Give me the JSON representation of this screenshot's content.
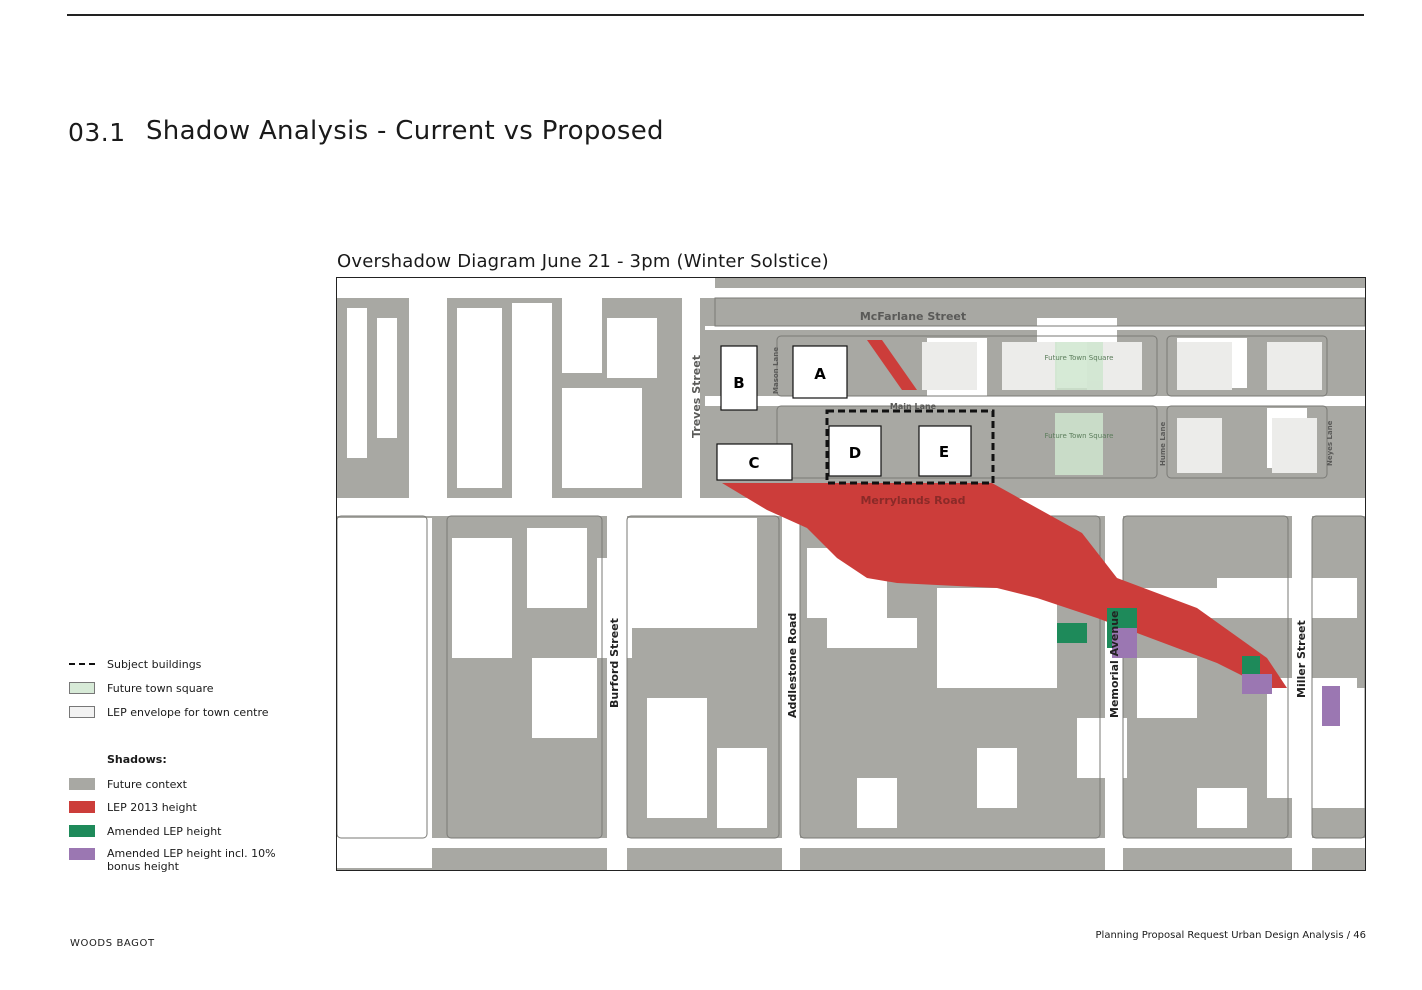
{
  "header": {
    "section_number": "03.1",
    "section_title": "Shadow Analysis - Current vs Proposed"
  },
  "diagram": {
    "title": "Overshadow Diagram June 21 - 3pm (Winter Solstice)",
    "streets": {
      "mcfarlane": "McFarlane Street",
      "treves": "Treves Street",
      "mason": "Mason Lane",
      "main_lane": "Main Lane",
      "merrylands": "Merrylands Road",
      "burford": "Burford Street",
      "addlestone": "Addlestone Road",
      "memorial": "Memorial Avenue",
      "miller": "Miller Street",
      "hume": "Hume Lane",
      "neyes": "Neyes Lane"
    },
    "future_town_square_label": "Future Town Square",
    "buildings": [
      "A",
      "B",
      "C",
      "D",
      "E"
    ]
  },
  "legend": {
    "subject_buildings": "Subject buildings",
    "future_town_square": "Future town square",
    "lep_envelope": "LEP envelope for town centre",
    "shadows_heading": "Shadows:",
    "future_context": "Future context",
    "lep_2013": "LEP 2013 height",
    "amended_lep": "Amended LEP height",
    "amended_bonus": "Amended LEP height incl. 10% bonus height"
  },
  "colors": {
    "shadow_grey": "#a8a8a3",
    "lep_2013_red": "#cc3d3a",
    "amended_green": "#1e8a5a",
    "bonus_purple": "#9b77b2",
    "town_square": "#d7ead7"
  },
  "footer": {
    "left": "WOODS BAGOT",
    "right": "Planning Proposal Request Urban Design Analysis  /  46"
  }
}
